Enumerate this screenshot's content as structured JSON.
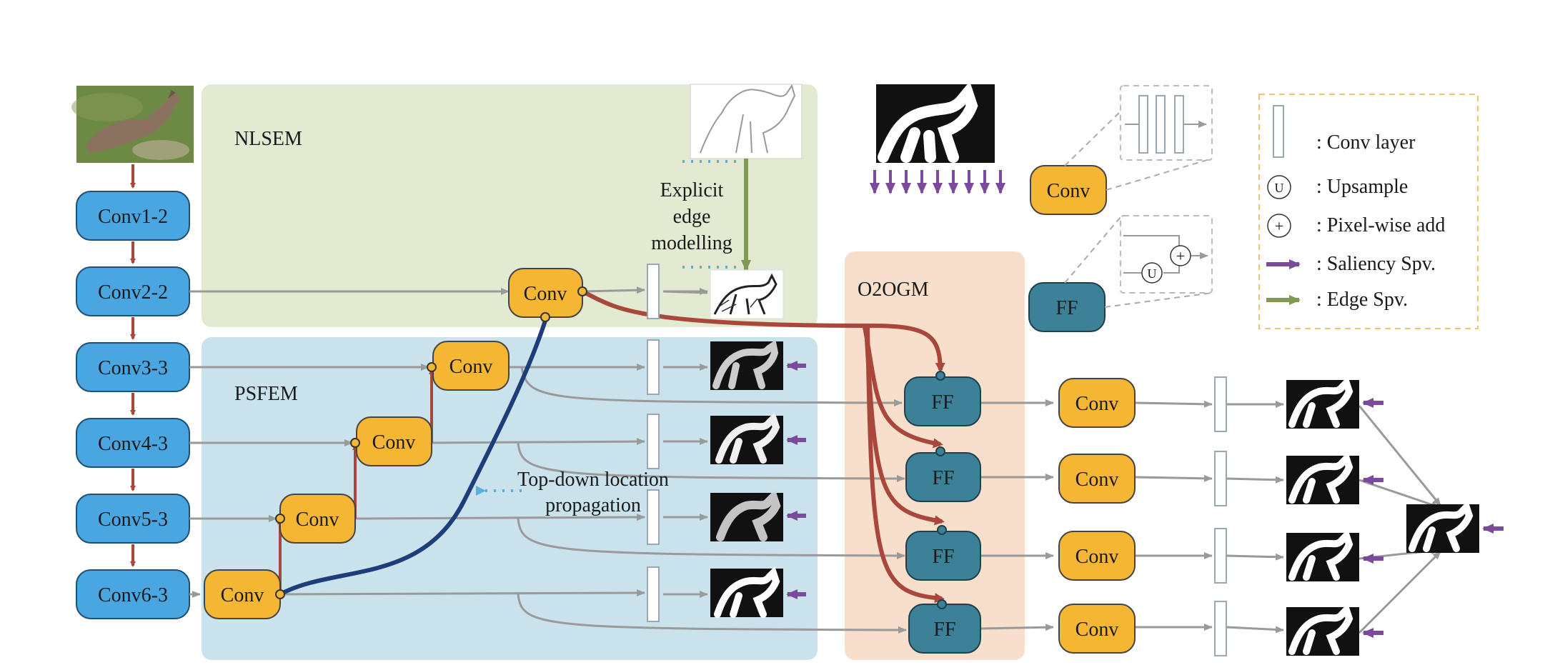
{
  "colors": {
    "nlsem_bg": "#e2ead2",
    "psfem_bg": "#c9e2ec",
    "o2ogm_bg": "#f7dfcc",
    "vgg_block": "#49a6e0",
    "conv_block": "#f5b733",
    "ff_block": "#3d8199",
    "red_arrow": "#a9473c",
    "blue_path": "#1d3e7a",
    "gray_line": "#9a9a9a",
    "saliency_arrow": "#7c4a9c",
    "edge_arrow": "#7f9a52",
    "dotted": "#5ab0dc",
    "legend_border": "#f2c46b"
  },
  "regions": {
    "nlsem": "NLSEM",
    "psfem": "PSFEM",
    "o2ogm": "O2OGM"
  },
  "backbone": [
    "Conv1-2",
    "Conv2-2",
    "Conv3-3",
    "Conv4-3",
    "Conv5-3",
    "Conv6-3"
  ],
  "psfem_convs": [
    "Conv",
    "Conv",
    "Conv",
    "Conv"
  ],
  "nlsem_conv": "Conv",
  "ff_blocks": [
    "FF",
    "FF",
    "FF",
    "FF"
  ],
  "o2ogm_convs": [
    "Conv",
    "Conv",
    "Conv",
    "Conv"
  ],
  "annotations": {
    "edge_modelling": [
      "Explicit",
      "edge",
      "modelling"
    ],
    "location_propagation": [
      "Top-down location",
      "propagation"
    ]
  },
  "detail_blocks": {
    "conv": "Conv",
    "ff": "FF",
    "upsample_symbol": "U",
    "add_symbol": "+"
  },
  "legend": [
    {
      "symbol": "conv-layer",
      "label": ": Conv layer"
    },
    {
      "symbol": "upsample",
      "glyph": "U",
      "label": ": Upsample"
    },
    {
      "symbol": "pixel-add",
      "glyph": "+",
      "label": ": Pixel-wise add"
    },
    {
      "symbol": "saliency-arrow",
      "label": ": Saliency Spv."
    },
    {
      "symbol": "edge-arrow",
      "label": ": Edge Spv."
    }
  ]
}
